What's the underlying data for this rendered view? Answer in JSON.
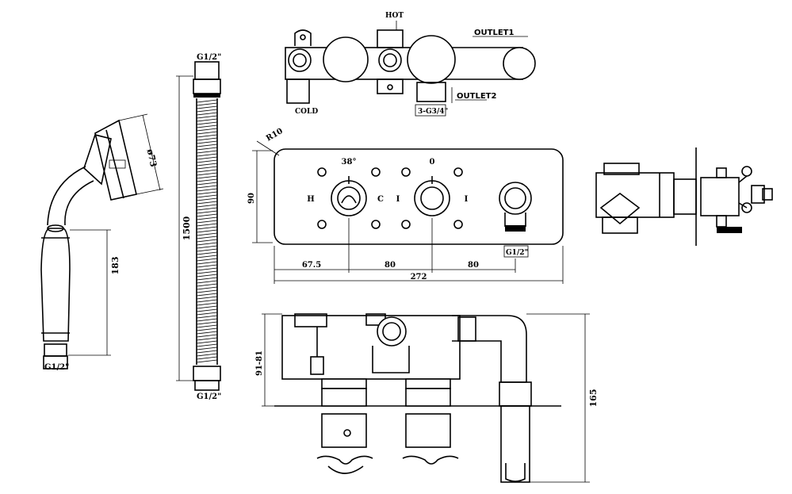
{
  "diagram": {
    "thread_spec": "G1/2\"",
    "hose": {
      "label_top": "G1/2\"",
      "label_bottom": "G1/2\"",
      "length": "1500"
    },
    "handset": {
      "diameter": "ø73",
      "length": "183",
      "thread": "G1/2\""
    },
    "valve_top": {
      "hot": "HOT",
      "cold": "COLD",
      "outlet1": "OUTLET1",
      "outlet2": "OUTLET2",
      "inlets": "3-G3/4\""
    },
    "front": {
      "radius": "R10",
      "height": "90",
      "temp_mark": "38°",
      "flow_mark": "0",
      "h": "H",
      "c": "C",
      "i1": "I",
      "i2": "I",
      "dim_a": "67.5",
      "dim_b": "80",
      "dim_c": "80",
      "width": "272",
      "outlet_thread": "G1/2\""
    },
    "side": {
      "depth": "91-81",
      "height": "165"
    }
  }
}
